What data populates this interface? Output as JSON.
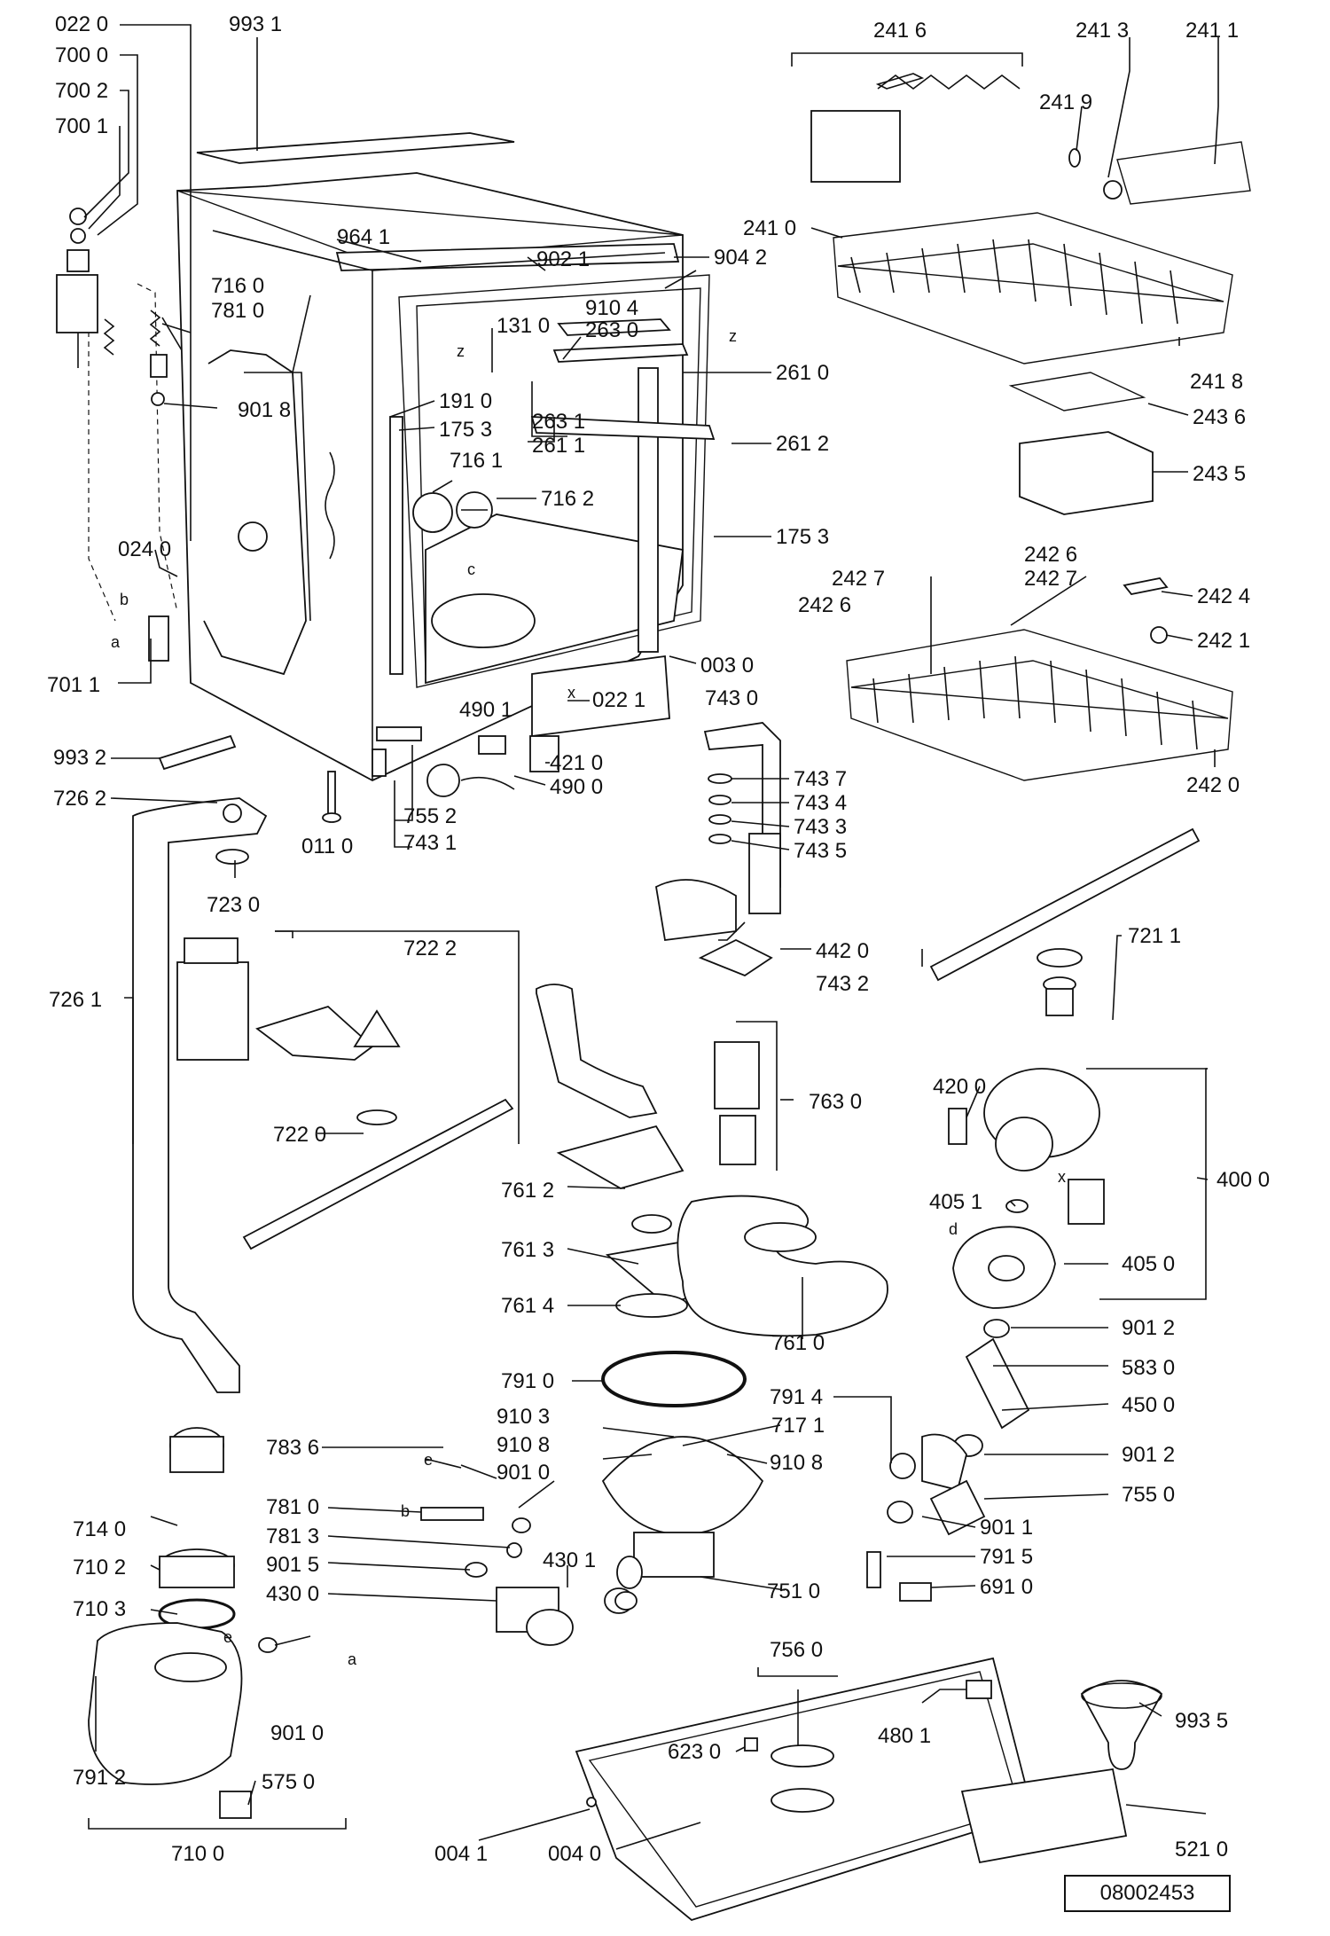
{
  "labels": {
    "l0220": "022 0",
    "l7000": "700 0",
    "l7002": "700 2",
    "l7001": "700 1",
    "l9931": "993 1",
    "l2416": "241 6",
    "l2413": "241 3",
    "l2411": "241 1",
    "l2419": "241 9",
    "l9641": "964 1",
    "l9021": "902 1",
    "l9042": "904 2",
    "l2410": "241 0",
    "l9104": "910 4",
    "l7160": "716 0",
    "l7810": "781 0",
    "l1310": "131 0",
    "l2630": "263 0",
    "l2418": "241 8",
    "l2610": "261 0",
    "l9018": "901 8",
    "l1910": "191 0",
    "l1753a": "175 3",
    "l2631": "263 1",
    "l2611": "261 1",
    "l2612": "261 2",
    "l2436": "243 6",
    "l2435": "243 5",
    "l7161": "716 1",
    "l7162": "716 2",
    "l1753b": "175 3",
    "l0240": "024 0",
    "l2426a": "242 6",
    "l2427a": "242 7",
    "l2427b": "242 7",
    "l2426b": "242 6",
    "l2424": "242 4",
    "l2421": "242 1",
    "l7011": "701 1",
    "l0030": "003 0",
    "l0221": "022 1",
    "l4901": "490 1",
    "l7430": "743 0",
    "l9932": "993 2",
    "l4210": "421 0",
    "l4900": "490 0",
    "l7437": "743 7",
    "l7434": "743 4",
    "l7433": "743 3",
    "l7435": "743 5",
    "l2420": "242 0",
    "l7262": "726 2",
    "l7552": "755 2",
    "l0110": "011 0",
    "l7431": "743 1",
    "l7230": "723 0",
    "l7222": "722 2",
    "l7211": "721 1",
    "l7261": "726 1",
    "l4420": "442 0",
    "l7432": "743 2",
    "l7630": "763 0",
    "l4200": "420 0",
    "l7220": "722 0",
    "l7612": "761 2",
    "l4000": "400 0",
    "l4051": "405 1",
    "l7613": "761 3",
    "l4050": "405 0",
    "l7614": "761 4",
    "l7610": "761 0",
    "l9012a": "901 2",
    "l7910": "791 0",
    "l5830": "583 0",
    "l7914": "791 4",
    "l4500": "450 0",
    "l9103": "910 3",
    "l7171": "717 1",
    "l7836": "783 6",
    "l9108a": "910 8",
    "l9108b": "910 8",
    "l9012b": "901 2",
    "l9010a": "901 0",
    "l7550": "755 0",
    "l7140": "714 0",
    "l7810b": "781 0",
    "l9011": "901 1",
    "l7813": "781 3",
    "l7915": "791 5",
    "l7102": "710 2",
    "l9015": "901 5",
    "l4301": "430 1",
    "l7510": "751 0",
    "l6910": "691 0",
    "l4300": "430 0",
    "l7103": "710 3",
    "l7560": "756 0",
    "l9010b": "901 0",
    "l4801": "480 1",
    "l6230": "623 0",
    "l9935": "993 5",
    "l7912": "791 2",
    "l5750": "575 0",
    "l0041": "004 1",
    "l0040": "004 0",
    "l5210": "521 0",
    "l7100": "710 0"
  },
  "letters": {
    "a1": "a",
    "b1": "b",
    "z1": "z",
    "z2": "z",
    "c1": "c",
    "x1": "x",
    "x2": "x",
    "d1": "d",
    "e1": "e",
    "e2": "e",
    "b2": "b",
    "a2": "a"
  },
  "doc_ref": "08002453"
}
